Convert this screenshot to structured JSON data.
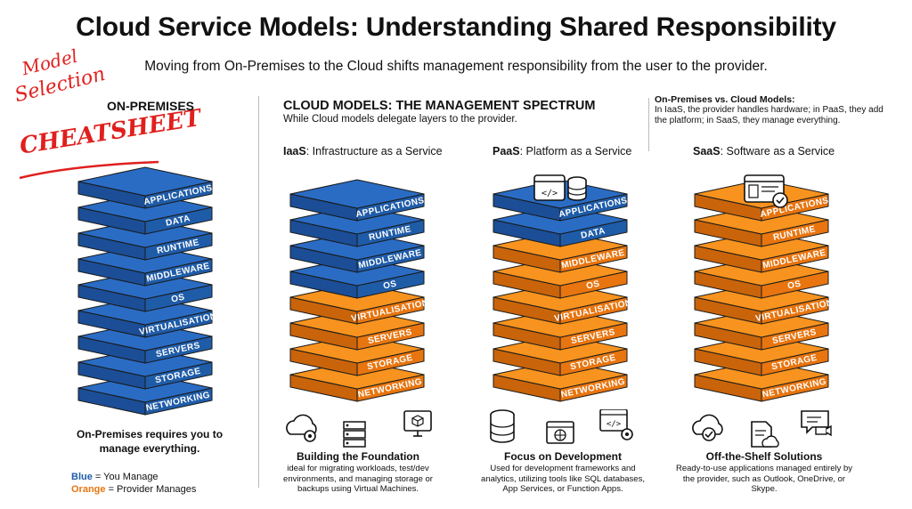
{
  "header": {
    "title": "Cloud Service Models: Understanding Shared Responsibility",
    "subtitle": "Moving from On-Premises to the Cloud shifts management responsibility from the user to the provider."
  },
  "handwriting": {
    "line1": "Model",
    "line2": "Selection",
    "line3": "CHEATSHEET"
  },
  "onprem": {
    "heading": "ON-PREMISES",
    "layers": [
      "APPLICATIONS",
      "DATA",
      "RUNTIME",
      "MIDDLEWARE",
      "OS",
      "VIRTUALISATION",
      "SERVERS",
      "STORAGE",
      "NETWORKING"
    ],
    "caption_line1": "On-Premises requires you to",
    "caption_line2": "manage everything."
  },
  "legend": {
    "blue_word": "Blue",
    "blue_text": " = You Manage",
    "orange_word": "Orange",
    "orange_text": " = Provider Manages"
  },
  "spectrum": {
    "heading": "CLOUD MODELS: THE MANAGEMENT SPECTRUM",
    "subheading": "While Cloud models delegate layers to the provider."
  },
  "side_note": {
    "title": "On-Premises vs. Cloud Models:",
    "text": "In IaaS, the provider handles hardware; in PaaS, they add the platform; in SaaS, they manage everything."
  },
  "models": [
    {
      "abbr": "IaaS",
      "name": ": Infrastructure as a Service",
      "layers": [
        "APPLICATIONS",
        "RUNTIME",
        "MIDDLEWARE",
        "OS",
        "VIRTUALISATION",
        "SERVERS",
        "STORAGE",
        "NETWORKING"
      ],
      "you_manage_count": 4,
      "card_title": "Building the Foundation",
      "card_desc": "ideal for migrating workloads, test/dev environments, and managing storage or backups using Virtual Machines.",
      "icons": [
        "cloud-gear-icon",
        "server-rack-icon",
        "virtual-machine-icon"
      ]
    },
    {
      "abbr": "PaaS",
      "name": ": Platform as a Service",
      "layers": [
        "APPLICATIONS",
        "DATA",
        "MIDDLEWARE",
        "OS",
        "VIRTUALISATION",
        "SERVERS",
        "STORAGE",
        "NETWORKING"
      ],
      "you_manage_count": 2,
      "card_title": "Focus on Development",
      "card_desc": "Used for development frameworks and analytics, utilizing tools like SQL databases, App Services, or Function Apps.",
      "icons": [
        "database-icon",
        "code-window-gear-icon",
        "web-app-icon"
      ]
    },
    {
      "abbr": "SaaS",
      "name": ": Software as a Service",
      "layers": [
        "APPLICATIONS",
        "RUNTIME",
        "MIDDLEWARE",
        "OS",
        "VIRTUALISATION",
        "SERVERS",
        "STORAGE",
        "NETWORKING"
      ],
      "you_manage_count": 0,
      "card_title": "Off-the-Shelf Solutions",
      "card_desc": "Ready-to-use applications managed entirely by the provider, such as Outlook, OneDrive, or Skype.",
      "icons": [
        "cloud-check-icon",
        "document-cloud-icon",
        "chat-video-icon"
      ]
    }
  ],
  "colors": {
    "blue_top": "#2a6cc4",
    "blue_side": "#1b4e96",
    "blue_front": "#1f5ca8",
    "orange_top": "#f7931e",
    "orange_side": "#c9640a",
    "orange_front": "#e8750f",
    "handwriting": "#e0201e"
  }
}
